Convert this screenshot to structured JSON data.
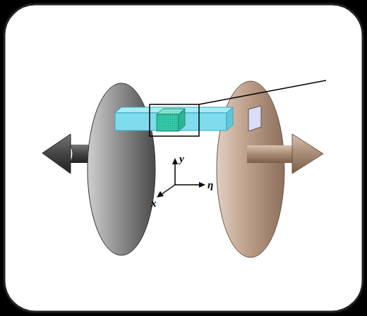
{
  "diagram": {
    "labels": [
      "y",
      "x",
      "η"
    ]
  }
}
